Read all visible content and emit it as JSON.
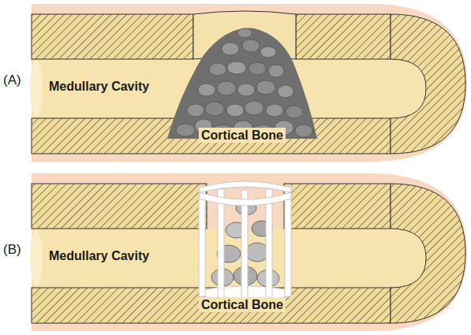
{
  "diagram": {
    "labels": [
      "(A)",
      "Medullary Cavity",
      "Cortical Bone",
      "(B)",
      "Medullary Cavity",
      "Cortical Bone"
    ]
  }
}
